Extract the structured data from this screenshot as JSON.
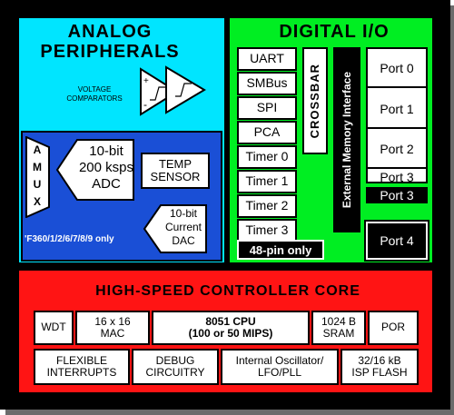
{
  "analog": {
    "title": "ANALOG PERIPHERALS",
    "comparators_label": "VOLTAGE COMPARATORS",
    "comparator_plus": "+",
    "comparator_minus": "-",
    "amux": "AMUX",
    "adc_line1": "10-bit",
    "adc_line2": "200 ksps",
    "adc_line3": "ADC",
    "temp_line1": "TEMP",
    "temp_line2": "SENSOR",
    "dac_line1": "10-bit",
    "dac_line2": "Current",
    "dac_line3": "DAC",
    "variant_note": "'F360/1/2/6/7/8/9 only"
  },
  "digital": {
    "title": "DIGITAL I/O",
    "peripherals": [
      "UART",
      "SMBus",
      "SPI",
      "PCA",
      "Timer 0",
      "Timer 1",
      "Timer 2",
      "Timer 3"
    ],
    "crossbar": "CROSSBAR",
    "emif": "External Memory Interface",
    "ports": [
      "Port 0",
      "Port 1",
      "Port 2",
      "Port 3"
    ],
    "port3_highlight": "Port 3",
    "port4": "Port 4",
    "pin_note": "48-pin only"
  },
  "core": {
    "title": "HIGH-SPEED CONTROLLER CORE",
    "wdt": "WDT",
    "mac_line1": "16 x 16",
    "mac_line2": "MAC",
    "cpu_line1": "8051 CPU",
    "cpu_line2": "(100 or 50 MIPS)",
    "sram_line1": "1024 B",
    "sram_line2": "SRAM",
    "por": "POR",
    "int_line1": "FLEXIBLE",
    "int_line2": "INTERRUPTS",
    "debug_line1": "DEBUG",
    "debug_line2": "CIRCUITRY",
    "osc_line1": "Internal Oscillator/",
    "osc_line2": "LFO/PLL",
    "flash_line1": "32/16 kB",
    "flash_line2": "ISP FLASH"
  },
  "colors": {
    "analog_bg": "#00e5ff",
    "digital_bg": "#00ee22",
    "core_bg": "#ff1414",
    "adc_block_bg": "#1a4fd6"
  }
}
